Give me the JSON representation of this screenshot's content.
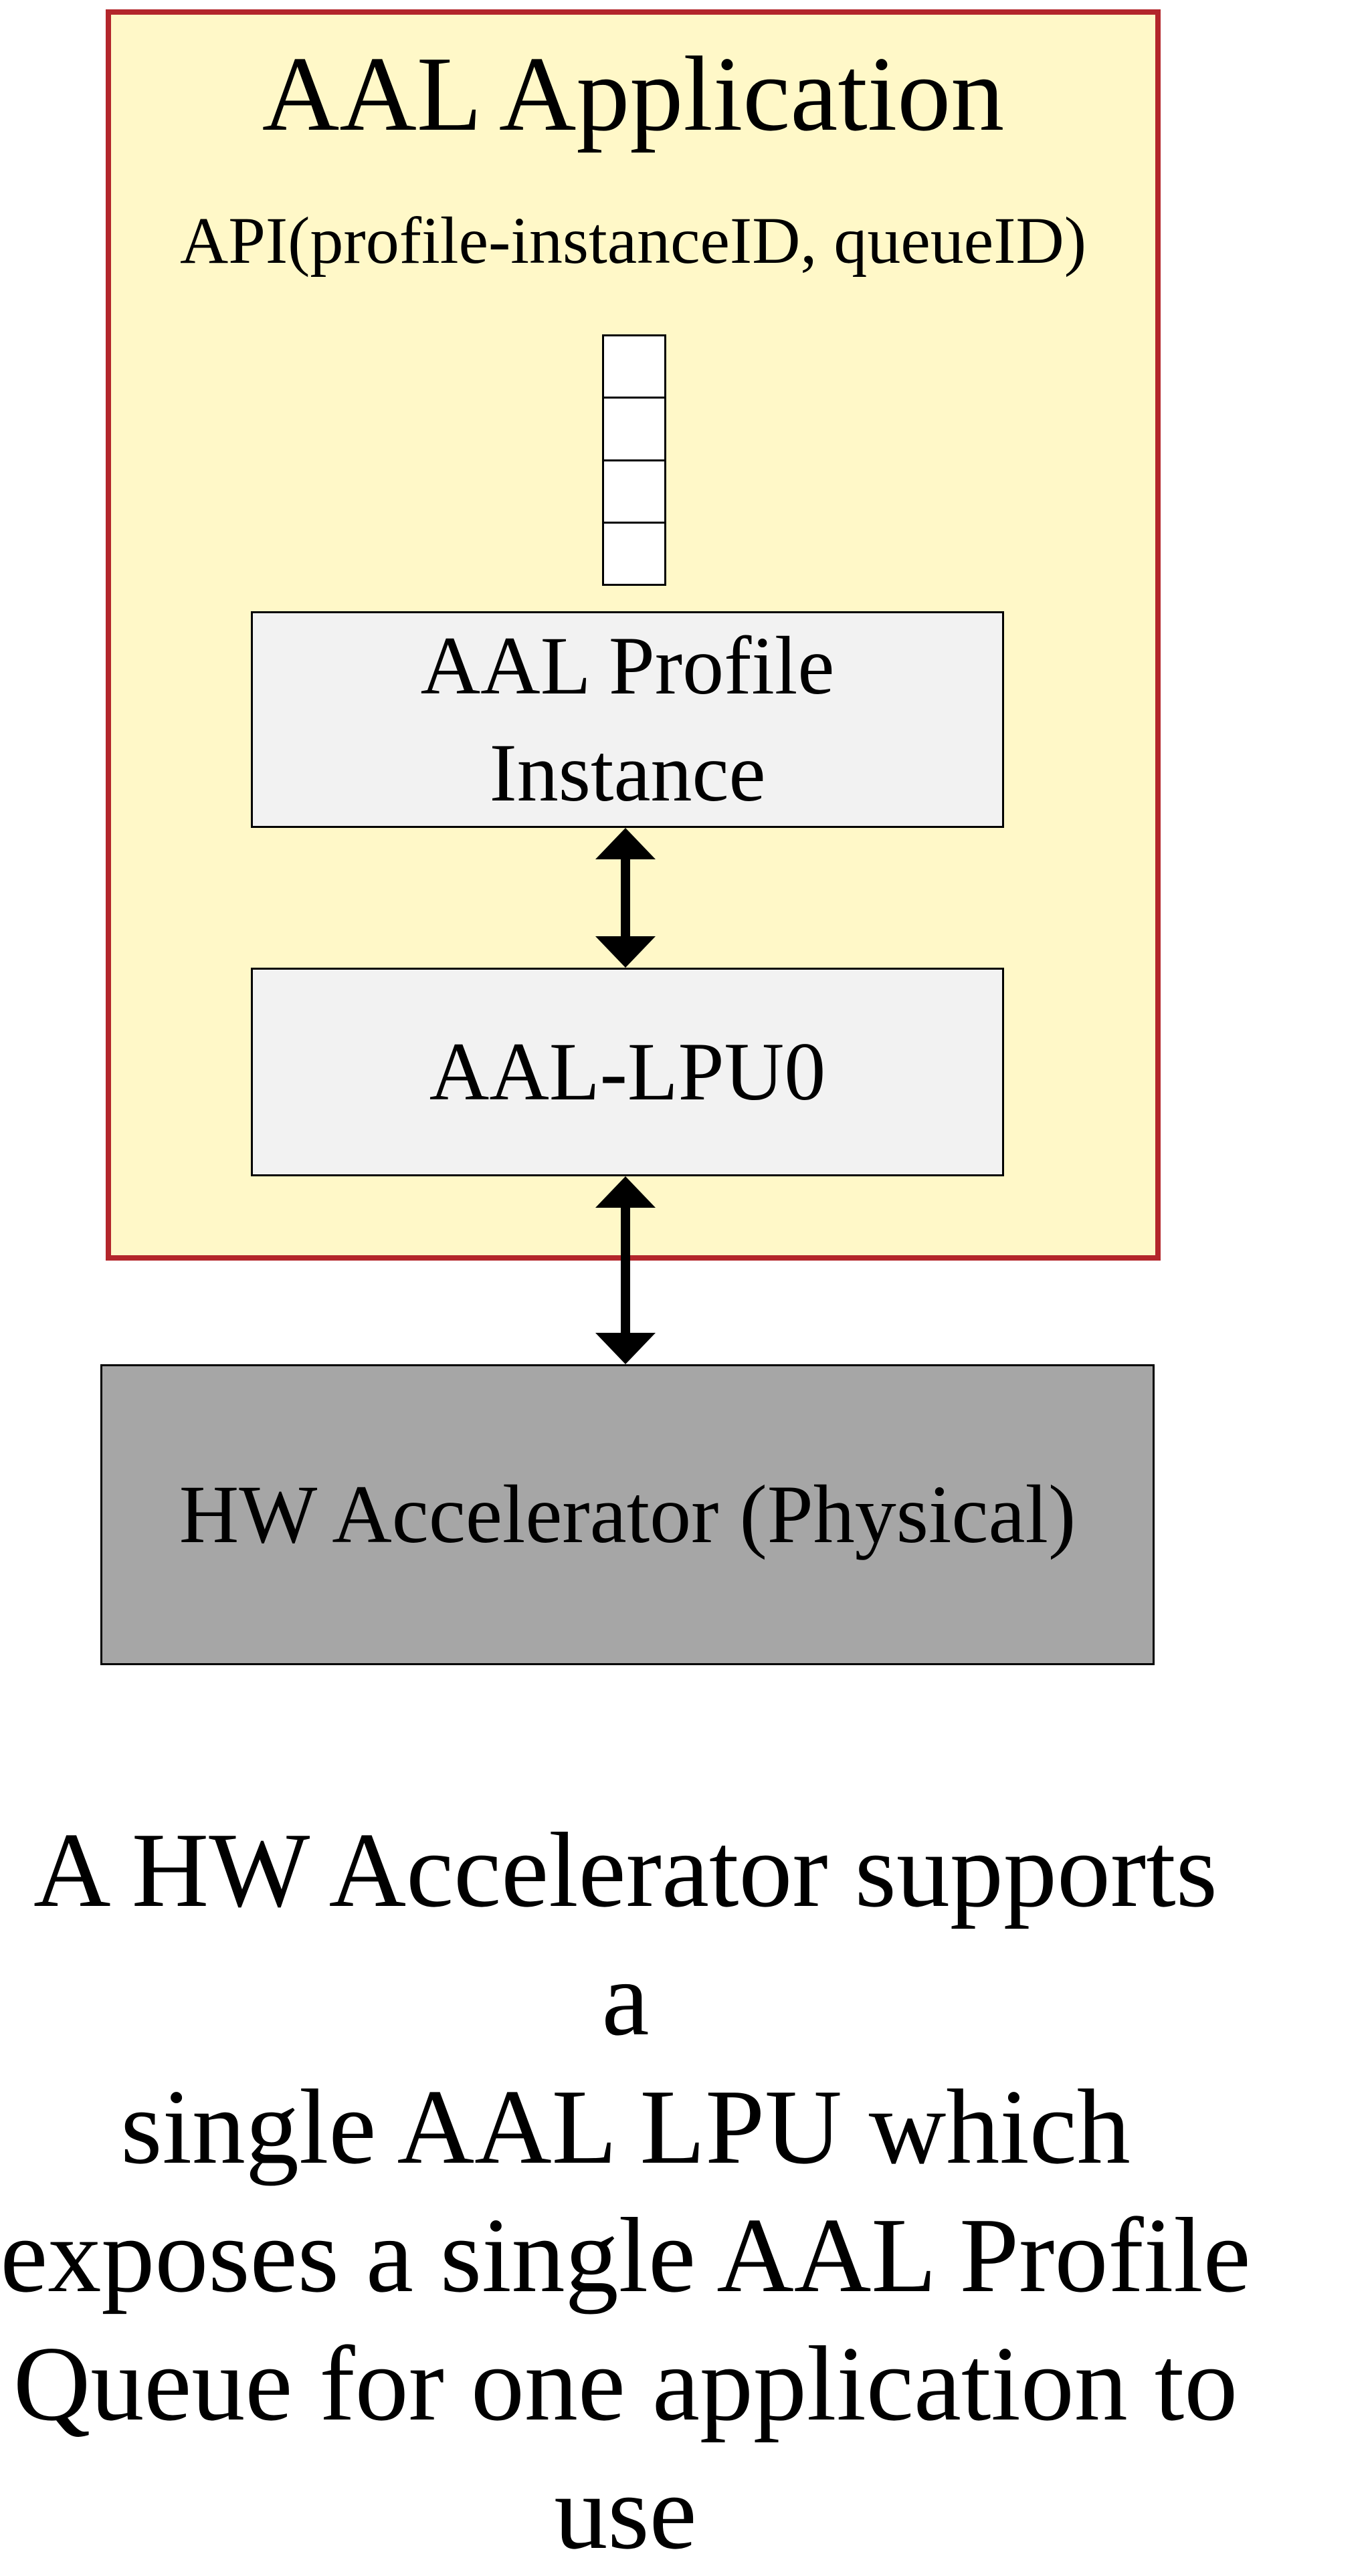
{
  "diagram": {
    "application": {
      "title": "AAL Application",
      "api_label": "API(profile-instanceID, queueID)"
    },
    "profile_instance": {
      "line1": "AAL Profile",
      "line2": "Instance"
    },
    "lpu": {
      "label": "AAL-LPU0"
    },
    "hw_accelerator": {
      "label": "HW Accelerator (Physical)"
    },
    "caption": {
      "line1": "A HW Accelerator supports a",
      "line2": "single AAL LPU which",
      "line3": "exposes a single AAL Profile",
      "line4": "Queue for one application to",
      "line5": "use"
    }
  },
  "colors": {
    "application_fill": "#fff8c8",
    "application_border": "#b3262b",
    "inner_box_fill": "#f2f2f2",
    "hw_fill": "#a6a6a6"
  }
}
